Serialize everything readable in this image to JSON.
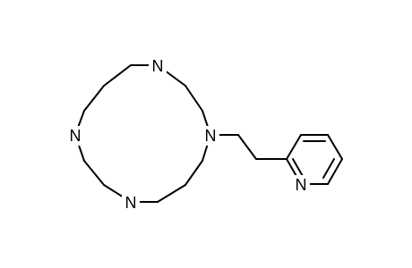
{
  "molecule": {
    "atoms": [
      {
        "symbol": "N"
      },
      {
        "symbol": "N"
      },
      {
        "symbol": "N"
      },
      {
        "symbol": "N"
      },
      {
        "symbol": "N"
      }
    ]
  },
  "colors": {
    "bond": "#000000",
    "label": "#000000",
    "background": "#ffffff"
  }
}
